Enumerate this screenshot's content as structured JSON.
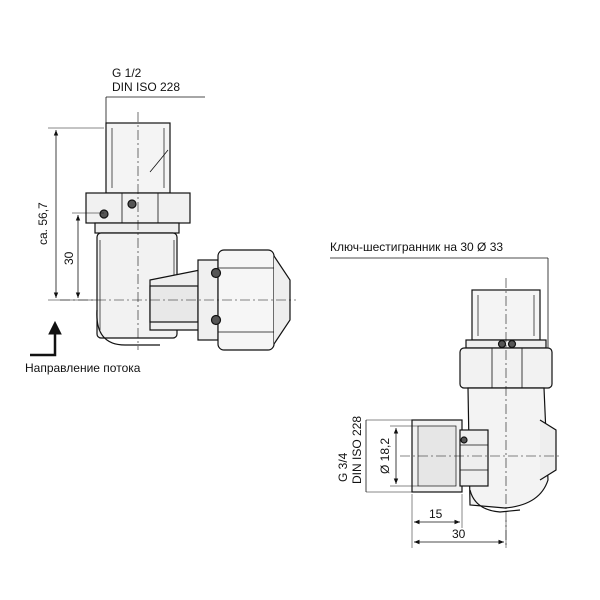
{
  "drawing": {
    "top_view": {
      "thread_label": "G 1/2",
      "thread_std": "DIN ISO 228",
      "dim_overall": "ca. 56,7",
      "dim_height": "30",
      "flow_label": "Направление потока"
    },
    "bottom_view": {
      "hex_label": "Ключ-шестигранник на 30 Ø 33",
      "thread_label": "G 3/4",
      "thread_std": "DIN ISO 228",
      "dim_diameter": "Ø 18,2",
      "dim_depth": "15",
      "dim_length": "30"
    }
  }
}
